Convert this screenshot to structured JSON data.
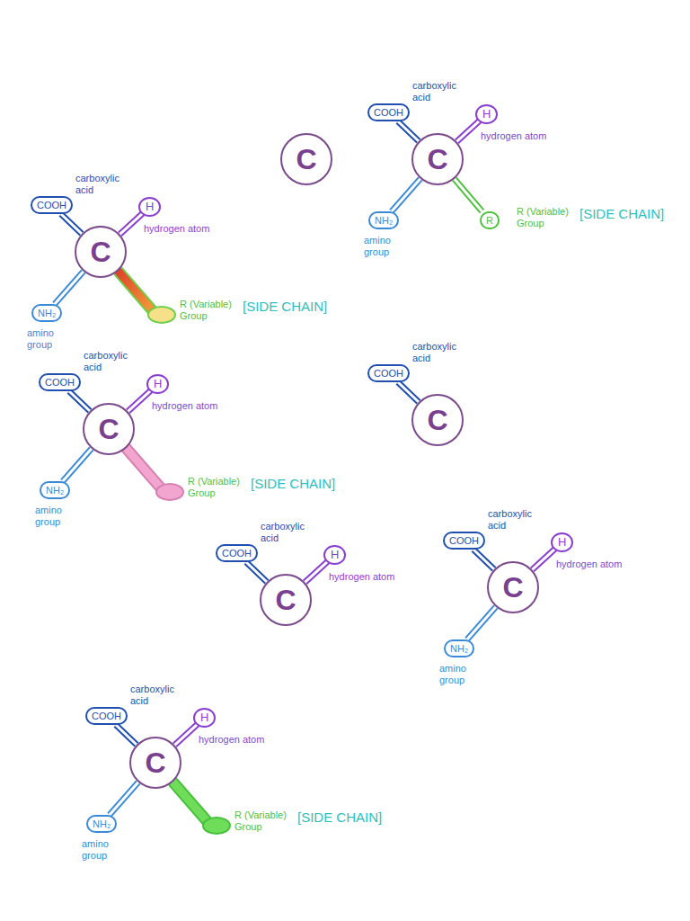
{
  "diagram": {
    "nodes": [
      {
        "text": [
          "C"
        ]
      },
      {
        "text": [
          "COOH"
        ]
      },
      {
        "text": [
          "H"
        ]
      },
      {
        "text": [
          "C"
        ]
      },
      {
        "text": [
          "NH₂"
        ]
      },
      {
        "text": [
          "R"
        ]
      },
      {
        "text": [
          "COOH"
        ]
      },
      {
        "text": [
          "H"
        ]
      },
      {
        "text": [
          "C"
        ]
      },
      {
        "text": [
          "NH₂"
        ]
      },
      {
        "text": [
          "COOH"
        ]
      },
      {
        "text": [
          "H"
        ]
      },
      {
        "text": [
          "C"
        ]
      },
      {
        "text": [
          "NH₂"
        ]
      },
      {
        "text": [
          "COOH"
        ]
      },
      {
        "text": [
          "C"
        ]
      },
      {
        "text": [
          "COOH"
        ]
      },
      {
        "text": [
          "H"
        ]
      },
      {
        "text": [
          "C"
        ]
      },
      {
        "text": [
          "COOH"
        ]
      },
      {
        "text": [
          "H"
        ]
      },
      {
        "text": [
          "C"
        ]
      },
      {
        "text": [
          "NH₂"
        ]
      },
      {
        "text": [
          "COOH"
        ]
      },
      {
        "text": [
          "H"
        ]
      },
      {
        "text": [
          "C"
        ]
      },
      {
        "text": [
          "NH₂"
        ]
      }
    ],
    "edges": [
      {
        "from": 3,
        "to": 1,
        "arrow": "none"
      },
      {
        "from": 3,
        "to": 2,
        "arrow": "none"
      },
      {
        "from": 3,
        "to": 4,
        "arrow": "none"
      },
      {
        "from": 3,
        "to": 5,
        "arrow": "none"
      },
      {
        "from": 8,
        "to": 6,
        "arrow": "none"
      },
      {
        "from": 8,
        "to": 7,
        "arrow": "none"
      },
      {
        "from": 8,
        "to": 9,
        "arrow": "none"
      },
      {
        "from": 12,
        "to": 10,
        "arrow": "none"
      },
      {
        "from": 12,
        "to": 11,
        "arrow": "none"
      },
      {
        "from": 12,
        "to": 13,
        "arrow": "none"
      },
      {
        "from": 15,
        "to": 14,
        "arrow": "none"
      },
      {
        "from": 18,
        "to": 16,
        "arrow": "none"
      },
      {
        "from": 18,
        "to": 17,
        "arrow": "none"
      },
      {
        "from": 21,
        "to": 19,
        "arrow": "none"
      },
      {
        "from": 21,
        "to": 20,
        "arrow": "none"
      },
      {
        "from": 21,
        "to": 22,
        "arrow": "none"
      },
      {
        "from": 25,
        "to": 23,
        "arrow": "none"
      },
      {
        "from": 25,
        "to": 24,
        "arrow": "none"
      },
      {
        "from": 25,
        "to": 26,
        "arrow": "none"
      }
    ],
    "labels": [
      "carboxylic acid",
      "hydrogen atom",
      "amino group",
      "R (Variable) Group",
      "[SIDE CHAIN]",
      "carboxylic acid",
      "hydrogen atom",
      "amino group",
      "R (Variable) Group",
      "[SIDE CHAIN]",
      "carboxylic acid",
      "hydrogen atom",
      "amino group",
      "R (Variable) Group",
      "[SIDE CHAIN]",
      "carboxylic acid",
      "carboxylic acid",
      "hydrogen atom",
      "carboxylic acid",
      "hydrogen atom",
      "amino group",
      "carboxylic acid",
      "hydrogen atom",
      "amino group",
      "R (Variable) Group",
      "[SIDE CHAIN]"
    ]
  }
}
